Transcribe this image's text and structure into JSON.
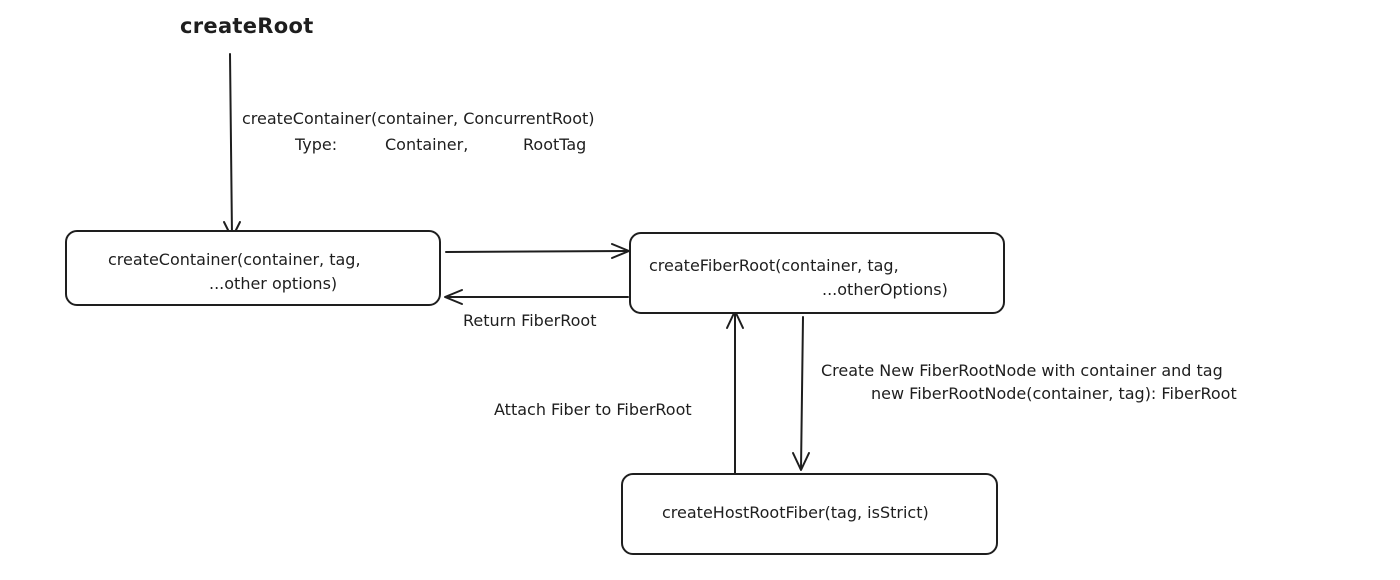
{
  "diagram": {
    "root_label": "createRoot",
    "edge_root_to_container": {
      "line1": "createContainer(container, ConcurrentRoot)",
      "type_label": "Type:",
      "type_container": "Container,",
      "type_roottag": "RootTag"
    },
    "node_create_container": {
      "line1": "createContainer(container, tag,",
      "line2": "...other options)"
    },
    "node_create_fiber_root": {
      "line1": "createFiberRoot(container, tag,",
      "line2": "...otherOptions)"
    },
    "node_create_host_root_fiber": {
      "line1": "createHostRootFiber(tag, isStrict)"
    },
    "edge_return": "Return FiberRoot",
    "edge_attach": "Attach Fiber to FiberRoot",
    "edge_create_new": {
      "line1": "Create New FiberRootNode with container and tag",
      "line2": "new FiberRootNode(container, tag): FiberRoot"
    },
    "stroke_color": "#1e1e1e"
  }
}
